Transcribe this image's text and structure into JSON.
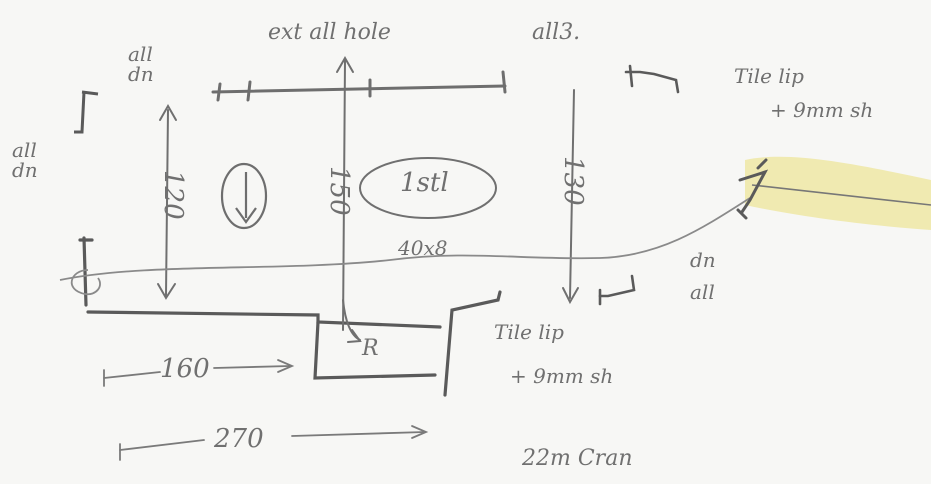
{
  "annotations": {
    "top_label": "ext all hole",
    "top_left_up": "all\ndn",
    "top_right_up": "all3.",
    "left_mid": "all\ndn",
    "right_tile_top_line1": "Tile lip",
    "right_tile_top_line2": "+ 9mm sh",
    "right_mid_line1": "dn",
    "right_mid_line2": "all",
    "bottom_tile_line1": "Tile lip",
    "bottom_tile_line2": "+ 9mm sh",
    "bubble_text": "1stl",
    "pipe_text": "40x8",
    "crane": "22m Cran",
    "r_marker": "R"
  },
  "dimensions": {
    "left_vertical": "120",
    "mid_vertical": "150",
    "right_vertical": "130",
    "bottom_short": "160",
    "bottom_long": "270"
  },
  "colors": {
    "pencil": "#6e6e6e",
    "pencil_dark": "#5a5a5a",
    "highlight": "#efe7a4",
    "paper": "#f7f7f5"
  }
}
